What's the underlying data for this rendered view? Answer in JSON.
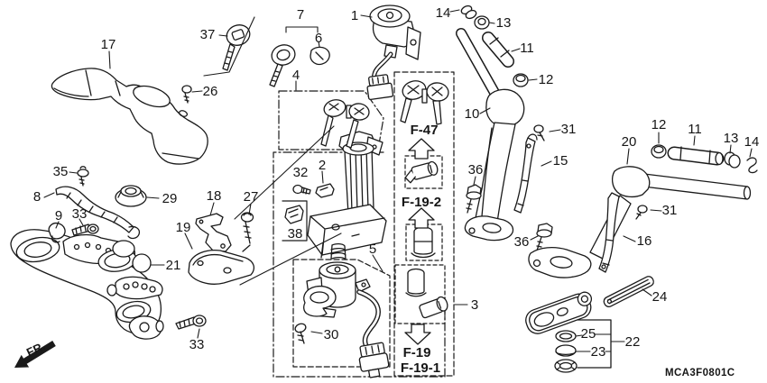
{
  "diagram": {
    "code": "MCA3F0801C",
    "orientation_label": "FR."
  },
  "references": {
    "f47": "F-47",
    "f19_2": "F-19-2",
    "f19": "F-19",
    "f19_1": "F-19-1"
  },
  "callouts": {
    "1": "1",
    "2": "2",
    "3": "3",
    "4": "4",
    "5": "5",
    "6": "6",
    "7": "7",
    "8": "8",
    "9": "9",
    "10": "10",
    "11": "11",
    "12": "12",
    "13": "13",
    "14": "14",
    "15": "15",
    "16": "16",
    "17": "17",
    "18": "18",
    "19": "19",
    "20": "20",
    "21": "21",
    "22": "22",
    "23": "23",
    "24": "24",
    "25": "25",
    "26": "26",
    "27": "27",
    "29": "29",
    "30": "30",
    "31": "31",
    "32": "32",
    "33": "33",
    "35": "35",
    "36": "36",
    "37": "37",
    "38": "38"
  },
  "colors": {
    "line": "#1a1a1a",
    "background": "#ffffff"
  }
}
